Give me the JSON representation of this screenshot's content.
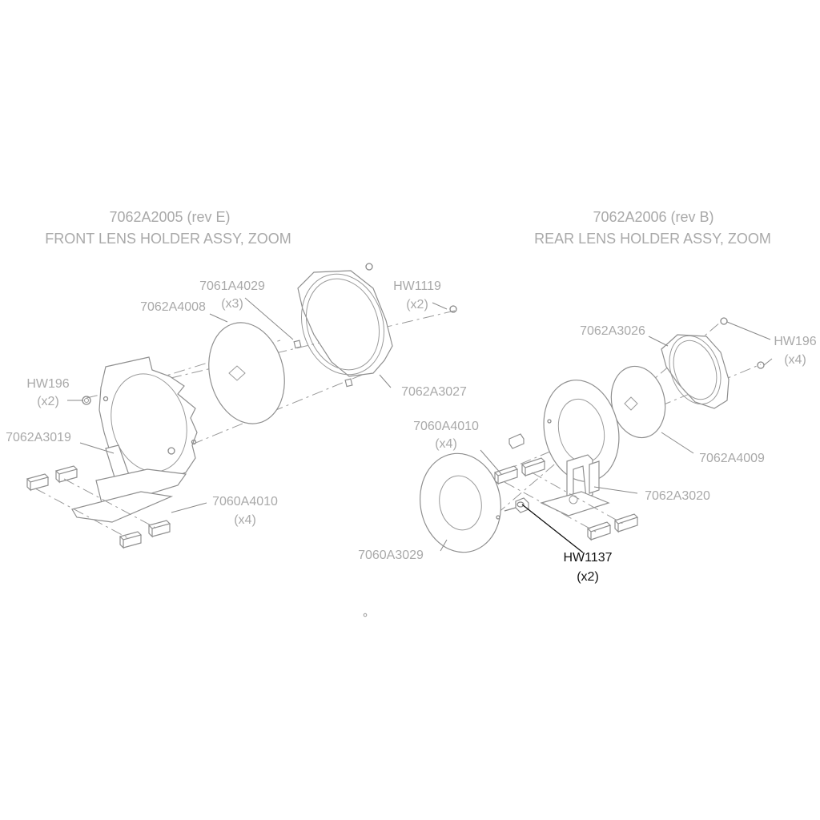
{
  "assemblies": [
    {
      "part_number": "7062A2005 (rev E)",
      "name": "FRONT LENS HOLDER ASSY, ZOOM",
      "callouts": [
        {
          "id": "7061A4029",
          "qty": "(x3)"
        },
        {
          "id": "7062A4008",
          "qty": ""
        },
        {
          "id": "HW1119",
          "qty": "(x2)"
        },
        {
          "id": "HW196",
          "qty": "(x2)"
        },
        {
          "id": "7062A3027",
          "qty": ""
        },
        {
          "id": "7062A3019",
          "qty": ""
        },
        {
          "id": "7060A4010",
          "qty": "(x4)"
        }
      ]
    },
    {
      "part_number": "7062A2006 (rev B)",
      "name": "REAR LENS HOLDER ASSY, ZOOM",
      "callouts": [
        {
          "id": "7062A3026",
          "qty": ""
        },
        {
          "id": "HW196",
          "qty": "(x4)"
        },
        {
          "id": "7060A4010",
          "qty": "(x4)"
        },
        {
          "id": "7062A4009",
          "qty": ""
        },
        {
          "id": "7062A3020",
          "qty": ""
        },
        {
          "id": "7060A3029",
          "qty": ""
        },
        {
          "id": "HW1137",
          "qty": "(x2)",
          "highlighted": true
        }
      ]
    }
  ],
  "colors": {
    "line": "#9a9a9a",
    "label": "#a9a9a9",
    "highlight": "#111111"
  }
}
